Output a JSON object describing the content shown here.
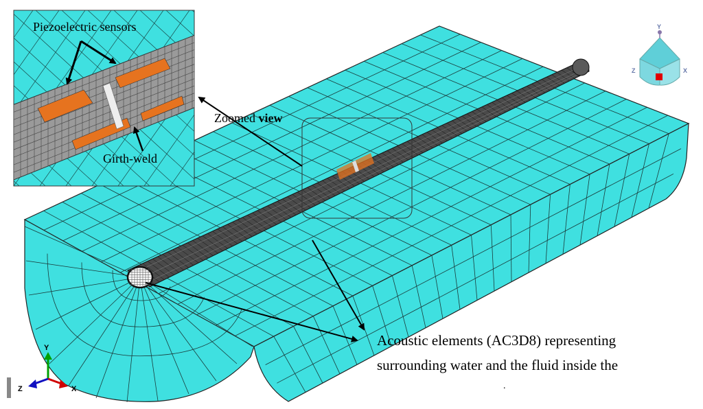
{
  "labels": {
    "sensors": "Piezoelectric sensors",
    "girth_weld": "Girth-weld",
    "zoomed_prefix": "Zoomed ",
    "zoomed_bold": "view",
    "acoustic_line1": "Acoustic elements (AC3D8) representing",
    "acoustic_line2": "surrounding water and the fluid inside the",
    "acoustic_line3": "."
  },
  "triad": {
    "y": "Y",
    "z": "Z",
    "x": "X"
  },
  "view_cube": {
    "y": "Y",
    "z": "Z",
    "x": "X"
  },
  "colors": {
    "fluid": "#3fe0e0",
    "mesh_line": "#222222",
    "pipe": "#4a4a4a",
    "sensor": "#e6731f",
    "inset_pipe": "#9a9a9a"
  }
}
